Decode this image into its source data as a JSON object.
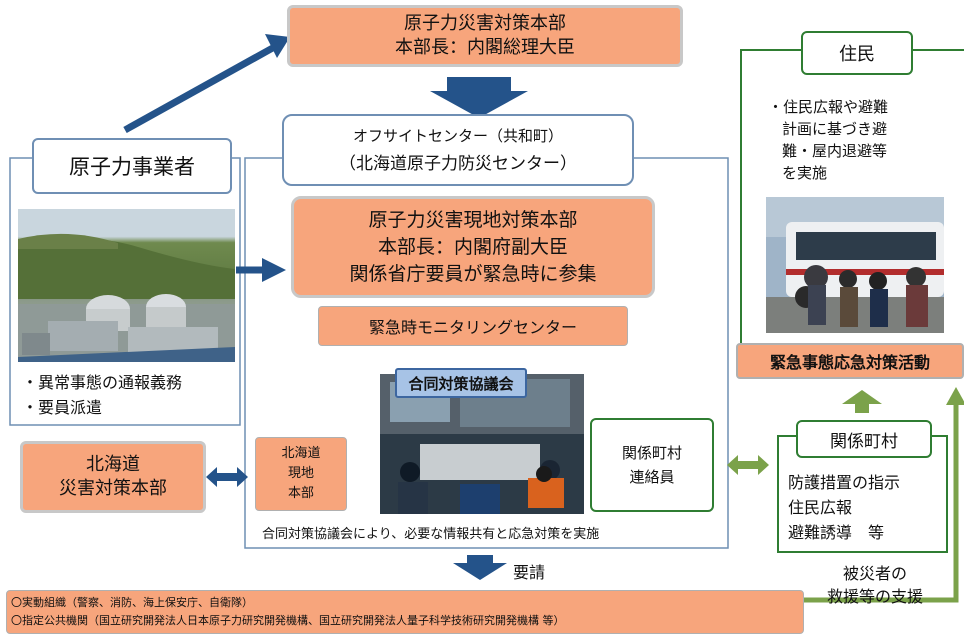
{
  "hq": {
    "line1": "原子力災害対策本部",
    "line2": "本部長：内閣総理大臣"
  },
  "operator": {
    "title": "原子力事業者",
    "bullet1": "・異常事態の通報義務",
    "bullet2": "・要員派遣"
  },
  "offsite": {
    "line1": "オフサイトセンター（共和町）",
    "line2": "（北海道原子力防災センター）"
  },
  "local_hq": {
    "line1": "原子力災害現地対策本部",
    "line2": "本部長：内閣府副大臣",
    "line3": "関係省庁要員が緊急時に参集"
  },
  "monitoring": {
    "label": "緊急時モニタリングセンター"
  },
  "council": {
    "label": "合同対策協議会",
    "caption": "合同対策協議会により、必要な情報共有と応急対策を実施"
  },
  "hokkaido_local": {
    "line1": "北海道",
    "line2": "現地",
    "line3": "本部"
  },
  "liaison": {
    "line1": "関係町村",
    "line2": "連絡員"
  },
  "hokkaido_hq": {
    "line1": "北海道",
    "line2": "災害対策本部"
  },
  "residents": {
    "title": "住民",
    "desc1": "・住民広報や避難",
    "desc2": "計画に基づき避",
    "desc3": "難・屋内退避等",
    "desc4": "を実施"
  },
  "emergency": {
    "label": "緊急事態応急対策活動"
  },
  "towns": {
    "title": "関係町村",
    "item1": "防護措置の指示",
    "item2": "住民広報",
    "item3": "避難誘導　等"
  },
  "request": {
    "label": "要請"
  },
  "support": {
    "line1": "被災者の",
    "line2": "救援等の支援"
  },
  "orgs": {
    "line1": "〇実動組織（警察、消防、海上保安庁、自衛隊）",
    "line2": "〇指定公共機関（国立研究開発法人日本原子力研究開発機構、国立研究開発法人量子科学技術研究開発機構 等）"
  },
  "colors": {
    "orange": "#f7a57c",
    "navy_arrow": "#24538a",
    "green": "#2f7d32",
    "light_green": "#7ba24a"
  }
}
